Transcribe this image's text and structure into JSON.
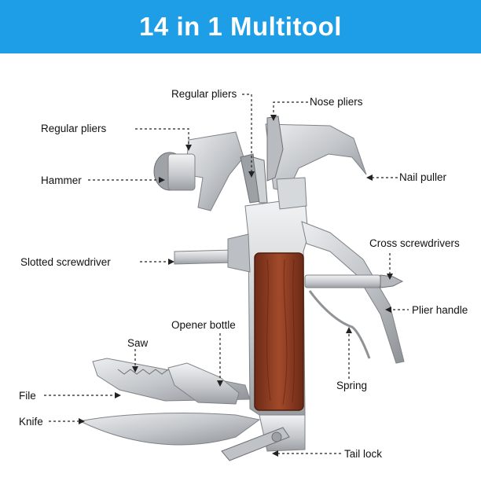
{
  "banner": {
    "title": "14 in 1 Multitool",
    "color": "#1d9ee6"
  },
  "labels": {
    "regular_pliers_top": "Regular pliers",
    "nose_pliers": "Nose pliers",
    "regular_pliers_left": "Regular pliers",
    "hammer": "Hammer",
    "nail_puller": "Nail puller",
    "cross_screwdrivers": "Cross screwdrivers",
    "slotted_screwdriver": "Slotted screwdriver",
    "plier_handle": "Plier handle",
    "opener_bottle": "Opener bottle",
    "saw": "Saw",
    "spring": "Spring",
    "file": "File",
    "knife": "Knife",
    "tail_lock": "Tail lock"
  },
  "colors": {
    "steel": "#c9ccd0",
    "steel_dark": "#8f9397",
    "wood": "#8a3b22",
    "leader_line": "#222222"
  }
}
